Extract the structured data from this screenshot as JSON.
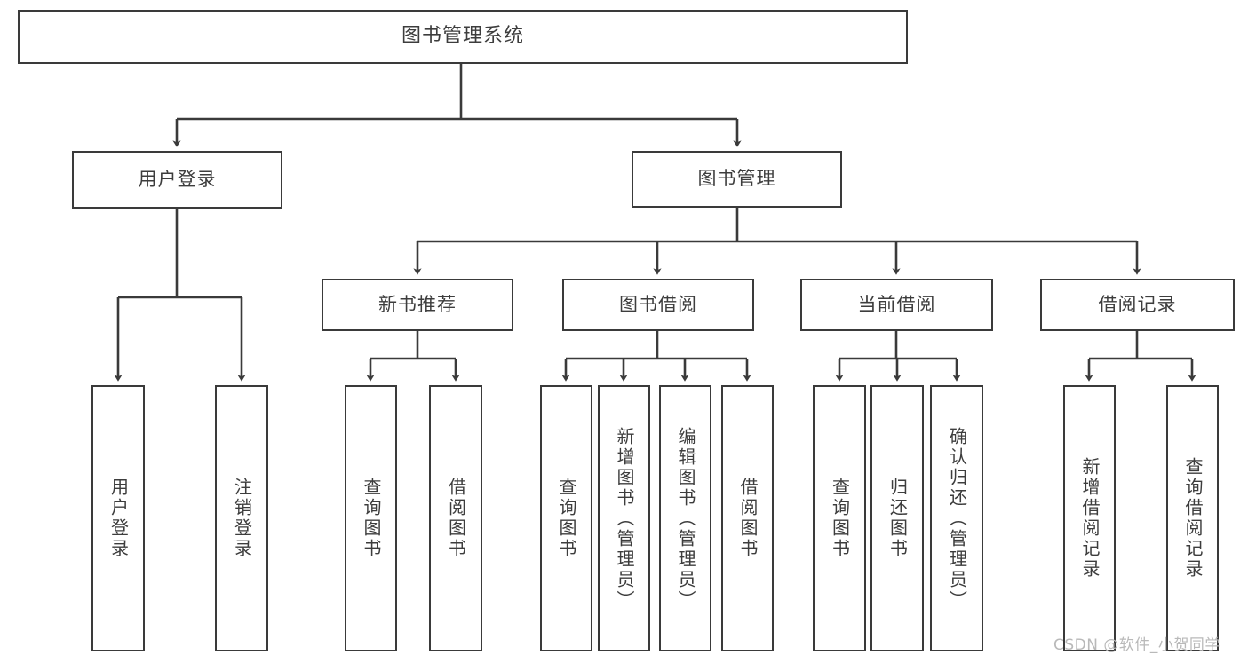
{
  "diagram": {
    "title": "图书管理系统",
    "type": "hierarchy-tree",
    "colors": {
      "node_border": "#3a3a3a",
      "node_fill": "#ffffff",
      "text": "#3d3d3d",
      "edge": "#3a3a3a",
      "watermark": "#b9b9b9"
    },
    "nodes": {
      "root": {
        "label": "图书管理系统",
        "orientation": "horizontal"
      },
      "level2": [
        {
          "label": "用户登录",
          "orientation": "horizontal"
        },
        {
          "label": "图书管理",
          "orientation": "horizontal"
        }
      ],
      "level3": [
        {
          "label": "新书推荐",
          "orientation": "horizontal"
        },
        {
          "label": "图书借阅",
          "orientation": "horizontal"
        },
        {
          "label": "当前借阅",
          "orientation": "horizontal"
        },
        {
          "label": "借阅记录",
          "orientation": "horizontal"
        }
      ],
      "leaves": {
        "user_login": [
          {
            "label": "用户登录",
            "orientation": "vertical"
          },
          {
            "label": "注销登录",
            "orientation": "vertical"
          }
        ],
        "new_book_recommend": [
          {
            "label": "查询图书",
            "orientation": "vertical"
          },
          {
            "label": "借阅图书",
            "orientation": "vertical"
          }
        ],
        "book_borrow": [
          {
            "label": "查询图书",
            "orientation": "vertical"
          },
          {
            "label": "新增图书（管理员）",
            "orientation": "vertical"
          },
          {
            "label": "编辑图书（管理员）",
            "orientation": "vertical"
          },
          {
            "label": "借阅图书",
            "orientation": "vertical"
          }
        ],
        "current_borrow": [
          {
            "label": "查询图书",
            "orientation": "vertical"
          },
          {
            "label": "归还图书",
            "orientation": "vertical"
          },
          {
            "label": "确认归还（管理员）",
            "orientation": "vertical"
          }
        ],
        "borrow_record": [
          {
            "label": "新增借阅记录",
            "orientation": "vertical"
          },
          {
            "label": "查询借阅记录",
            "orientation": "vertical"
          }
        ]
      }
    },
    "watermark": "CSDN @软件_小贺同学"
  }
}
